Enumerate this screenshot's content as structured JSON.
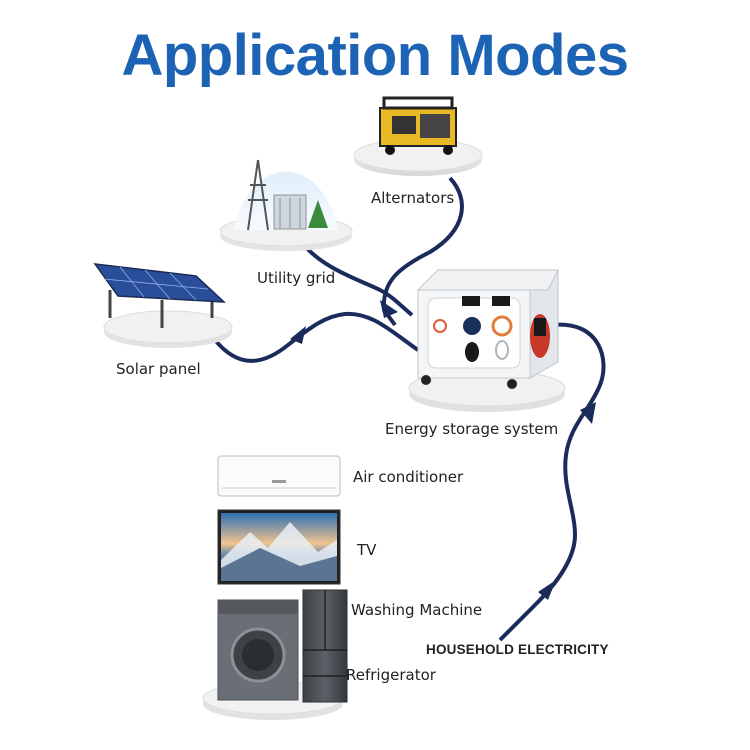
{
  "title": "Application Modes",
  "nodes": {
    "alternators": "Alternators",
    "utility_grid": "Utility grid",
    "solar_panel": "Solar panel",
    "energy_storage": "Energy storage system"
  },
  "appliances": {
    "air_conditioner": "Air conditioner",
    "tv": "TV",
    "washing_machine": "Washing Machine",
    "refrigerator": "Refrigerator"
  },
  "household": "HOUSEHOLD ELECTRICITY",
  "colors": {
    "title": "#1d63b5",
    "cable": "#1b2c5c"
  }
}
